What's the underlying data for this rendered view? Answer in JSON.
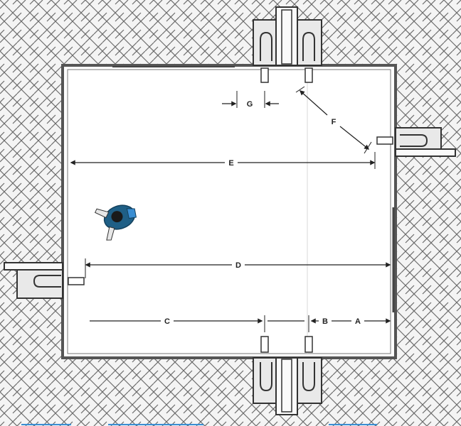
{
  "diagram": {
    "dimension_labels": {
      "a": "A",
      "b": "B",
      "c": "C",
      "d": "D",
      "e": "E",
      "f": "F",
      "g": "G"
    },
    "colors": {
      "paving_background": "#f4f4f4",
      "paving_brick_line": "#6b6b6b",
      "floor": "#ffffff",
      "wall": "#555555",
      "bracket_fill": "#e9e9e9",
      "person_body": "#1f5f86",
      "person_skin": "#e7e7e7",
      "accent_blue": "#3a8ed3"
    },
    "icons": {
      "person": "person-walking-topdown-icon",
      "anchor": "anchor-bracket-icon"
    }
  }
}
